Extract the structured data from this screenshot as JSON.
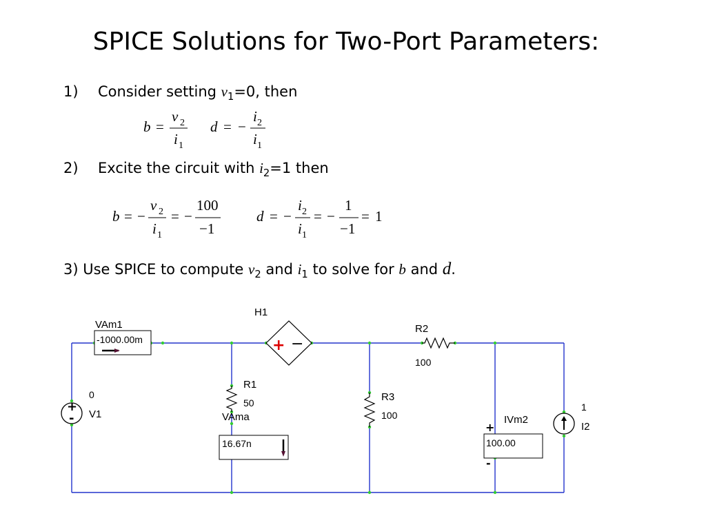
{
  "title": "SPICE Solutions for Two-Port Parameters:",
  "steps": [
    {
      "num": "1)",
      "text_a": "Consider setting ",
      "var": "v",
      "sub": "1",
      "text_b": "=0, then"
    },
    {
      "num": "2)",
      "text_a": "Excite the circuit with ",
      "var": "i",
      "sub": "2",
      "text_b": "=1 then"
    },
    {
      "num": "3)",
      "text_a": "Use SPICE to compute ",
      "var1": "v",
      "sub1": "2",
      "text_b": " and ",
      "var2": "i",
      "sub2": "1",
      "text_c": " to solve for ",
      "var3": "b",
      "text_d": " and ",
      "var4": "d",
      "text_e": "."
    }
  ],
  "equations": {
    "eq1_b": {
      "lhs": "b",
      "num_var": "v",
      "num_sub": "2",
      "den_var": "i",
      "den_sub": "1"
    },
    "eq1_d": {
      "lhs": "d",
      "sign": "−",
      "num_var": "i",
      "num_sub": "2",
      "den_var": "i",
      "den_sub": "1"
    },
    "eq2_b": {
      "lhs": "b",
      "sign": "−",
      "num_var": "v",
      "num_sub": "2",
      "den_var": "i",
      "den_sub": "1",
      "sign2": "−",
      "num2": "100",
      "den2": "−1"
    },
    "eq2_d": {
      "lhs": "d",
      "sign": "−",
      "num_var": "i",
      "num_sub": "2",
      "den_var": "i",
      "den_sub": "1",
      "sign2": "−",
      "num2": "1",
      "den2": "−1",
      "result": "1"
    }
  },
  "circuit": {
    "vam1": {
      "name": "VAm1",
      "reading": "-1000.00m"
    },
    "h1": {
      "name": "H1",
      "plus": "+",
      "minus": "−"
    },
    "r2": {
      "name": "R2",
      "value": "100"
    },
    "r1": {
      "name": "R1",
      "value": "50"
    },
    "r3": {
      "name": "R3",
      "value": "100"
    },
    "v1": {
      "name": "V1",
      "value": "0",
      "plus": "+",
      "minus": "-"
    },
    "vama": {
      "name": "VAma",
      "reading": "16.67n"
    },
    "ivm2": {
      "name": "IVm2",
      "reading": "100.00",
      "plus": "+",
      "minus": "-"
    },
    "i2": {
      "name": "I2",
      "value": "1"
    },
    "colors": {
      "wire": "#2233cc",
      "node": "#33cc33",
      "source_plus": "#dd0000",
      "arrow": "#551133"
    }
  }
}
